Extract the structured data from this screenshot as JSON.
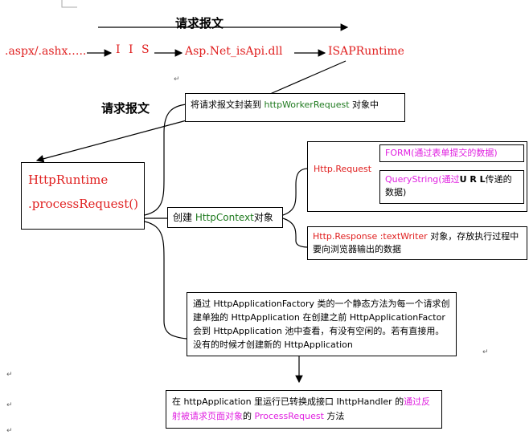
{
  "pipeline": {
    "header": "请求报文",
    "step1": ".aspx/.ashx…..",
    "step2": "I I S",
    "step3": "Asp.Net_isApi.dll",
    "step4": "ISAPRuntime"
  },
  "left_label": "请求报文",
  "wrap_box": {
    "prefix": "将请求报文封装到 ",
    "cls": "httpWorkerRequest",
    "suffix": " 对象中"
  },
  "runtime_box": {
    "line1": "HttpRuntime",
    "line2": ".processRequest()"
  },
  "context_box": {
    "prefix": "创建 ",
    "cls": "HttpContext",
    "suffix": "对象"
  },
  "request_box": {
    "label": "Http.Request",
    "form": "FORM(通过表单提交的数据)",
    "qs_q": "Q",
    "qs_rest": "ueryString(通过",
    "qs_url": "U R L",
    "qs_end": "传递的数据)"
  },
  "response_box": {
    "label": "Http.Response",
    "sep": " :textWriter ",
    "text": "对象，存放执行过程中要向浏览器输出的数据"
  },
  "factory_box": {
    "text": "通过 HttpApplicationFactory 类的一个静态方法为每一个请求创建单独的 HttpApplication 在创建之前 HttpApplicationFactor 会到 HttpApplication 池中查看，有没有空闲的。若有直接用。没有的时候才创建新的 HttpApplication"
  },
  "handler_box": {
    "prefix": "在 httpApplication 里运行已转换成接口 IhttpHandler 的",
    "hl": "通过反射被请求页面对象",
    "mid": "的 ",
    "method": "ProcessRequest",
    "suffix": " 方法"
  },
  "colors": {
    "red": "#e02020",
    "green": "#1f7a1f",
    "magenta": "#e020e0"
  }
}
